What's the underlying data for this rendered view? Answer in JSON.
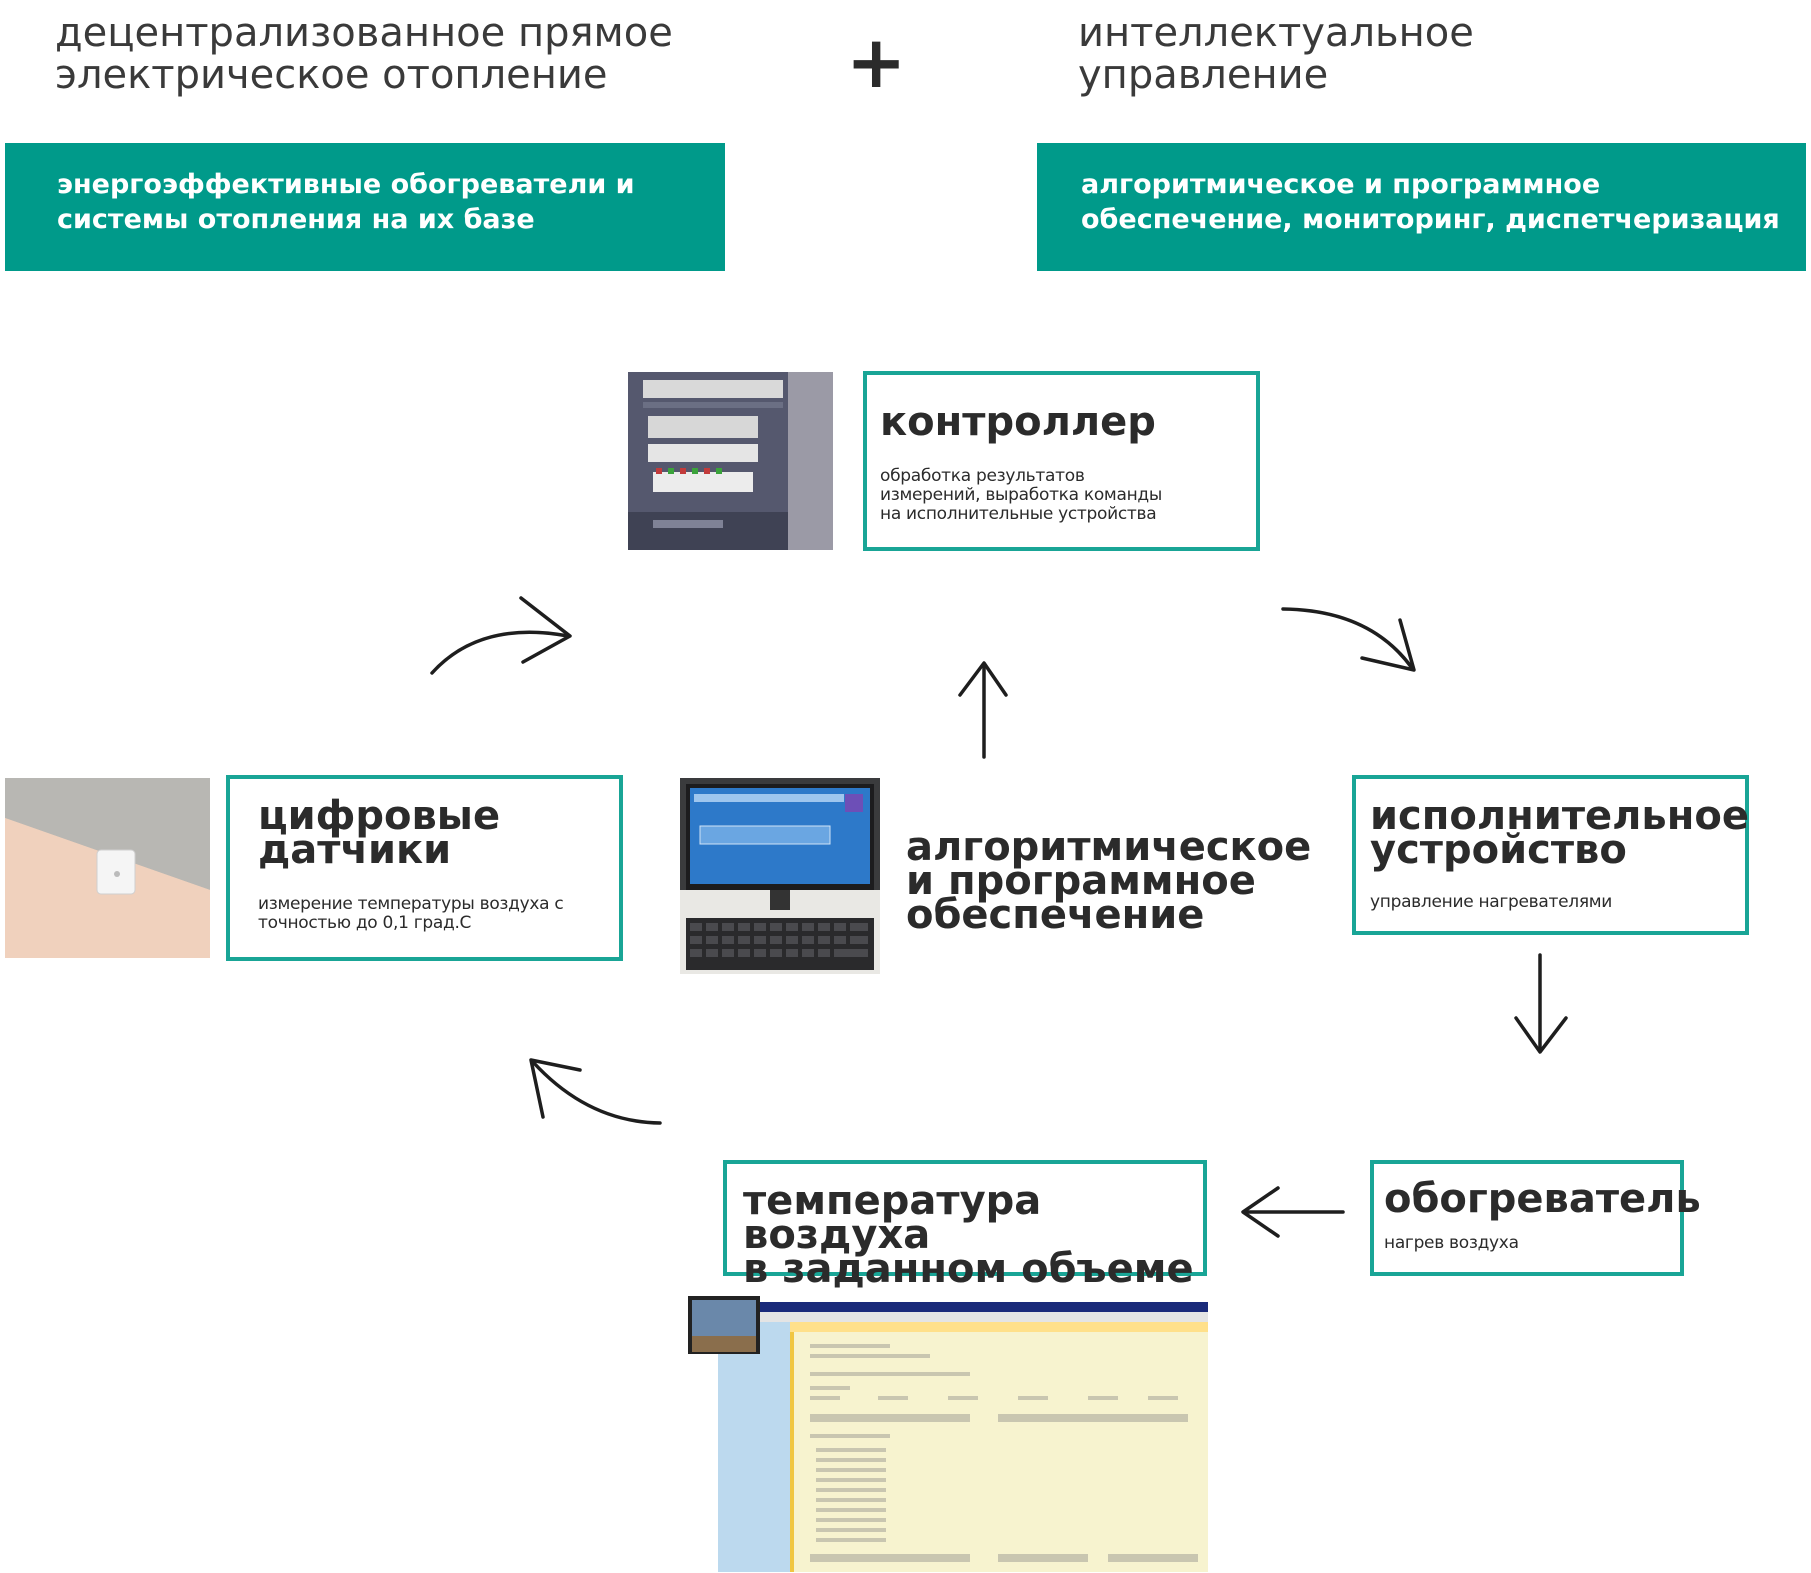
{
  "header": {
    "left_title": "децентрализованное прямое\nэлектрическое отопление",
    "plus": "+",
    "right_title": "интеллектуальное\nуправление"
  },
  "banners": {
    "left": "энергоэффективные обогреватели и\nсистемы отопления на их базе",
    "right": "алгоритмическое и программное\nобеспечение, мониторинг, диспетчеризация"
  },
  "nodes": {
    "controller": {
      "title": "контроллер",
      "subtitle": "обработка результатов\nизмерений, выработка команды\nна исполнительные устройства"
    },
    "sensors": {
      "title": "цифровые\nдатчики",
      "subtitle": "измерение температуры воздуха с\nточностью до 0,1 град.С"
    },
    "software": {
      "title": "алгоритмическое\nи программное\nобеспечение"
    },
    "actuator": {
      "title": "исполнительное\nустройство",
      "subtitle": "управление нагревателями"
    },
    "heater": {
      "title": "обогреватель",
      "subtitle": "нагрев воздуха"
    },
    "temperature": {
      "title": "температура воздуха\nв заданном объеме"
    }
  },
  "colors": {
    "accent": "#009a8a",
    "border": "#19a596",
    "text": "#2b2b2b"
  }
}
